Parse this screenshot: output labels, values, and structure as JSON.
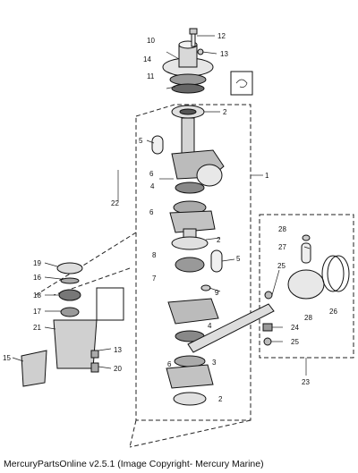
{
  "labels": {
    "l1": "1",
    "l2a": "2",
    "l2b": "2",
    "l2c": "2",
    "l3": "3",
    "l4a": "4",
    "l4b": "4",
    "l5a": "5",
    "l5b": "5",
    "l6a": "6",
    "l6b": "6",
    "l6c": "6",
    "l7": "7",
    "l8": "8",
    "l9": "9",
    "l10": "10",
    "l11": "11",
    "l12": "12",
    "l13a": "13",
    "l13b": "13",
    "l14": "14",
    "l15": "15",
    "l16": "16",
    "l17": "17",
    "l18": "18",
    "l19": "19",
    "l20": "20",
    "l21": "21",
    "l22": "22",
    "l23": "23",
    "l24": "24",
    "l25a": "25",
    "l25b": "25",
    "l26": "26",
    "l27": "27",
    "l28a": "28",
    "l28b": "28"
  },
  "footer": "MercuryPartsOnline v2.5.1 (Image Copyright- Mercury Marine)"
}
